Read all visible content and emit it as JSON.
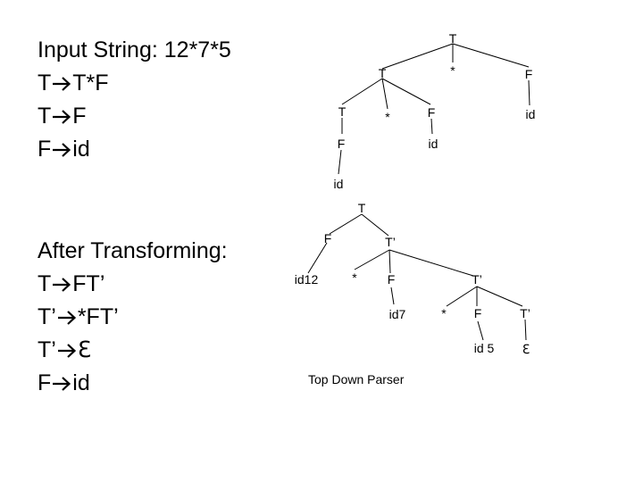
{
  "grammar": {
    "input_label": "Input String:",
    "input_value": "12*7*5",
    "original_rules": [
      {
        "lhs": "T",
        "rhs": "T*F"
      },
      {
        "lhs": "T",
        "rhs": "F"
      },
      {
        "lhs": "F",
        "rhs": "id"
      }
    ],
    "transform_label": "After Transforming:",
    "transformed_rules": [
      {
        "lhs": "T",
        "rhs": "FT’"
      },
      {
        "lhs": "T’",
        "rhs": "*FT’"
      },
      {
        "lhs": "T’",
        "rhs": "ℇ"
      },
      {
        "lhs": "F",
        "rhs": "id"
      }
    ],
    "arrow_icon": "right-arrow-icon"
  },
  "tree1": {
    "nodes": {
      "root": "T",
      "t2": "T",
      "star1": "*",
      "f1": "F",
      "t3": "T",
      "star2": "*",
      "f2": "F",
      "id1": "id",
      "f3": "F",
      "id2": "id",
      "id3": "id"
    }
  },
  "tree2": {
    "nodes": {
      "root": "T",
      "f1": "F",
      "tp1": "T’",
      "id12": "id12",
      "star1": "*",
      "f2": "F",
      "tp2": "T’",
      "id7": "id7",
      "star2": "*",
      "f3": "F",
      "tp3": "T’",
      "id5": "id 5",
      "eps": "ℇ"
    }
  },
  "caption": "Top Down Parser"
}
